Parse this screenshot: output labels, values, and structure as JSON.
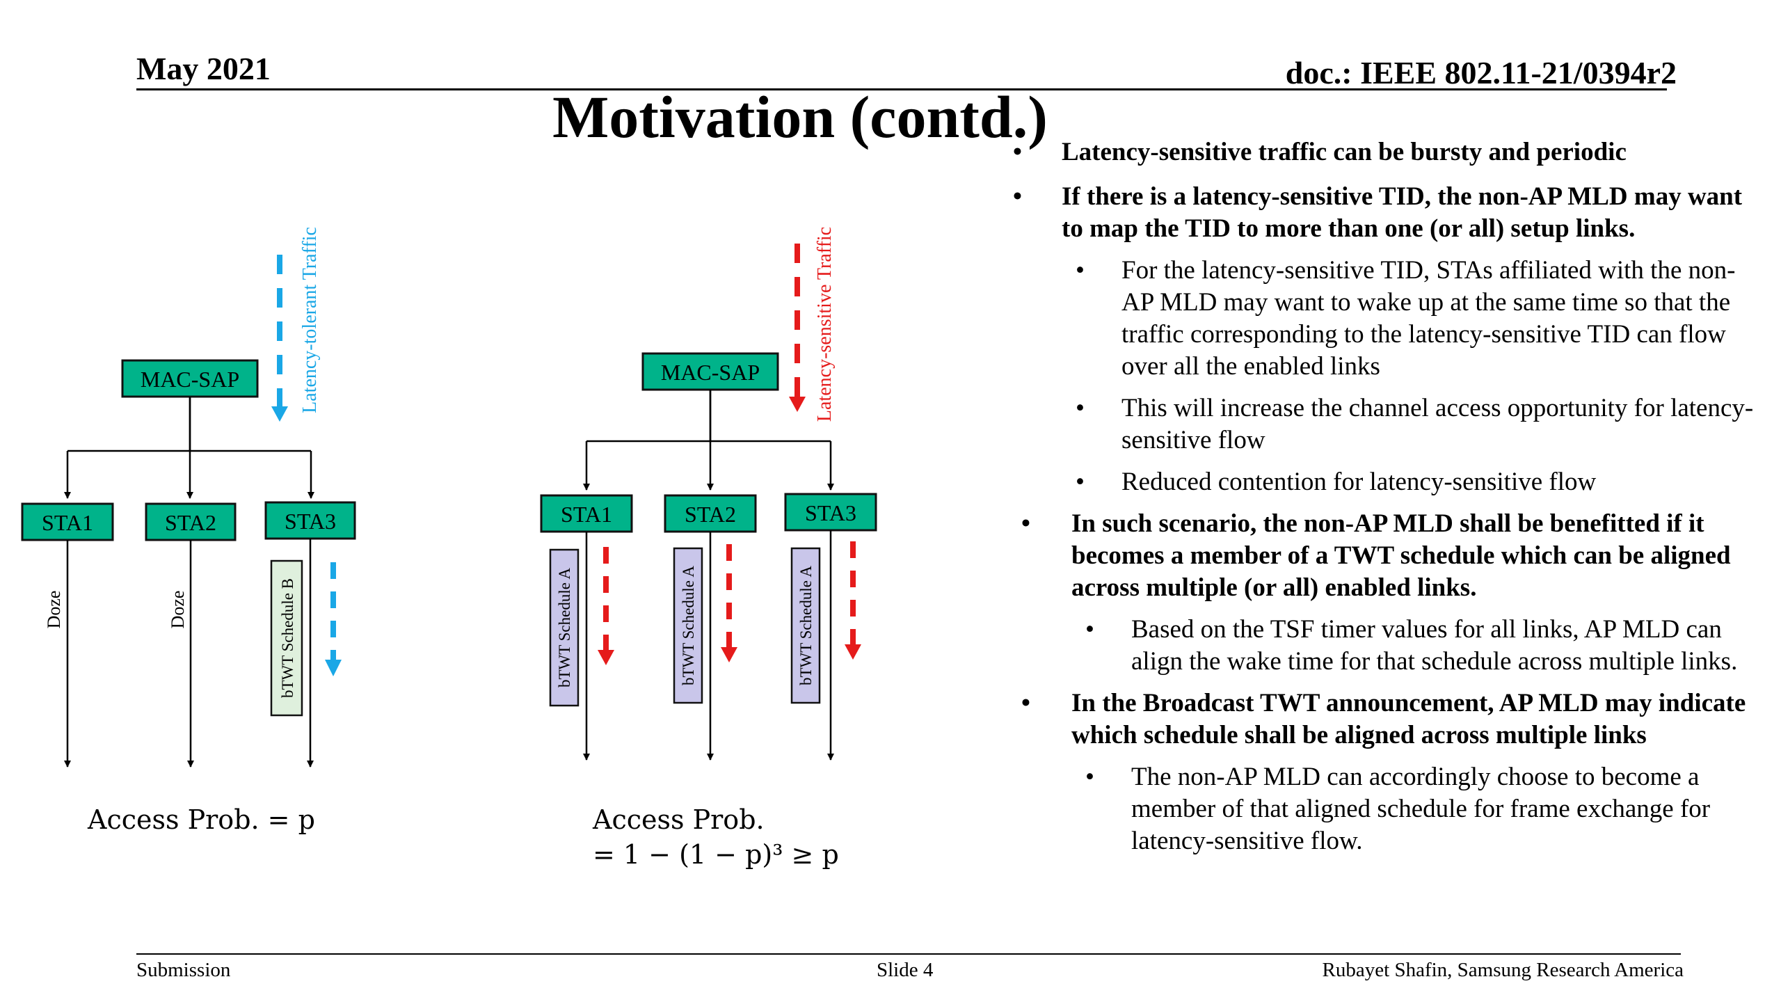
{
  "header": {
    "date": "May 2021",
    "doc_id": "doc.: IEEE 802.11-21/0394r2"
  },
  "slide_title": "Motivation (contd.)",
  "bullets": [
    {
      "level": 1,
      "text": "Latency-sensitive traffic can be bursty and periodic"
    },
    {
      "level": 1,
      "text": "If there is a latency-sensitive TID, the non-AP MLD may want to map the TID to more than one (or all) setup links."
    },
    {
      "level": 2,
      "text": "For the latency-sensitive TID, STAs affiliated with the non-AP MLD may want to wake up at the same time so that the traffic corresponding to the latency-sensitive TID can flow over all the enabled links"
    },
    {
      "level": 2,
      "text": "This will increase the channel access opportunity for latency-sensitive flow"
    },
    {
      "level": 2,
      "text": "Reduced contention for latency-sensitive flow"
    },
    {
      "level": 1,
      "text": "In such scenario, the non-AP MLD shall be benefitted if it becomes a member of a TWT schedule which can be aligned across multiple (or all) enabled links."
    },
    {
      "level": 2,
      "text": "Based on the TSF timer values for all links, AP MLD can align the wake time for that schedule across multiple links."
    },
    {
      "level": 1,
      "text": "In the Broadcast TWT announcement, AP MLD may indicate which schedule shall be aligned across multiple links"
    },
    {
      "level": 2,
      "text": "The non-AP MLD can accordingly choose to become a member of that aligned schedule for frame exchange for latency-sensitive flow."
    }
  ],
  "bullet_symbol": "•",
  "diagram_left": {
    "mac_sap": "MAC-SAP",
    "stas": [
      "STA1",
      "STA2",
      "STA3"
    ],
    "traffic_label": "Latency-tolerant Traffic",
    "doze_label": "Doze",
    "schedule_label": "bTWT Schedule B",
    "access_prob": "Access Prob. =  p"
  },
  "diagram_right": {
    "mac_sap": "MAC-SAP",
    "stas": [
      "STA1",
      "STA2",
      "STA3"
    ],
    "traffic_label": "Latency-sensitive Traffic",
    "schedule_label": "bTWT Schedule A",
    "access_prob_line1": "Access Prob.",
    "access_prob_line2": "= 1  − (1 − p)³ ≥ p"
  },
  "colors": {
    "box_fill": "#00b38a",
    "box_border": "#111111",
    "schedule_a_fill": "#c9c6ea",
    "schedule_b_fill": "#dff0dd",
    "tolerant_blue": "#1aa7e6",
    "sensitive_red": "#e51b1b"
  },
  "footer": {
    "left": "Submission",
    "center": "Slide 4",
    "right": "Rubayet Shafin, Samsung Research America"
  }
}
